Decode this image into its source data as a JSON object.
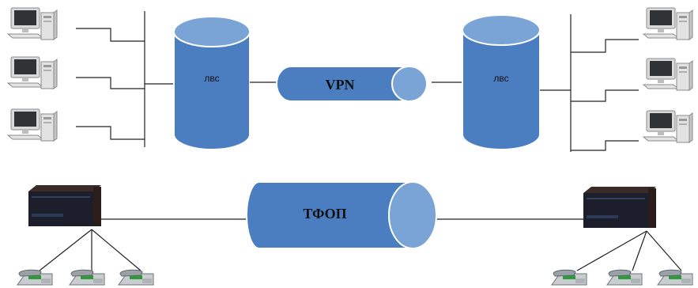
{
  "labels": {
    "lan_left": "лвс",
    "lan_right": "лвс",
    "vpn": "VPN",
    "pstn": "ТФОП"
  },
  "colors": {
    "cyl_body": "#4a7ec0",
    "cyl_top": "#7aa3d6",
    "cyl_stroke": "#ffffff",
    "wire": "#222222"
  },
  "icons": {
    "computer": "computer-icon",
    "pbx": "pbx-icon",
    "phone": "desk-phone-icon"
  }
}
